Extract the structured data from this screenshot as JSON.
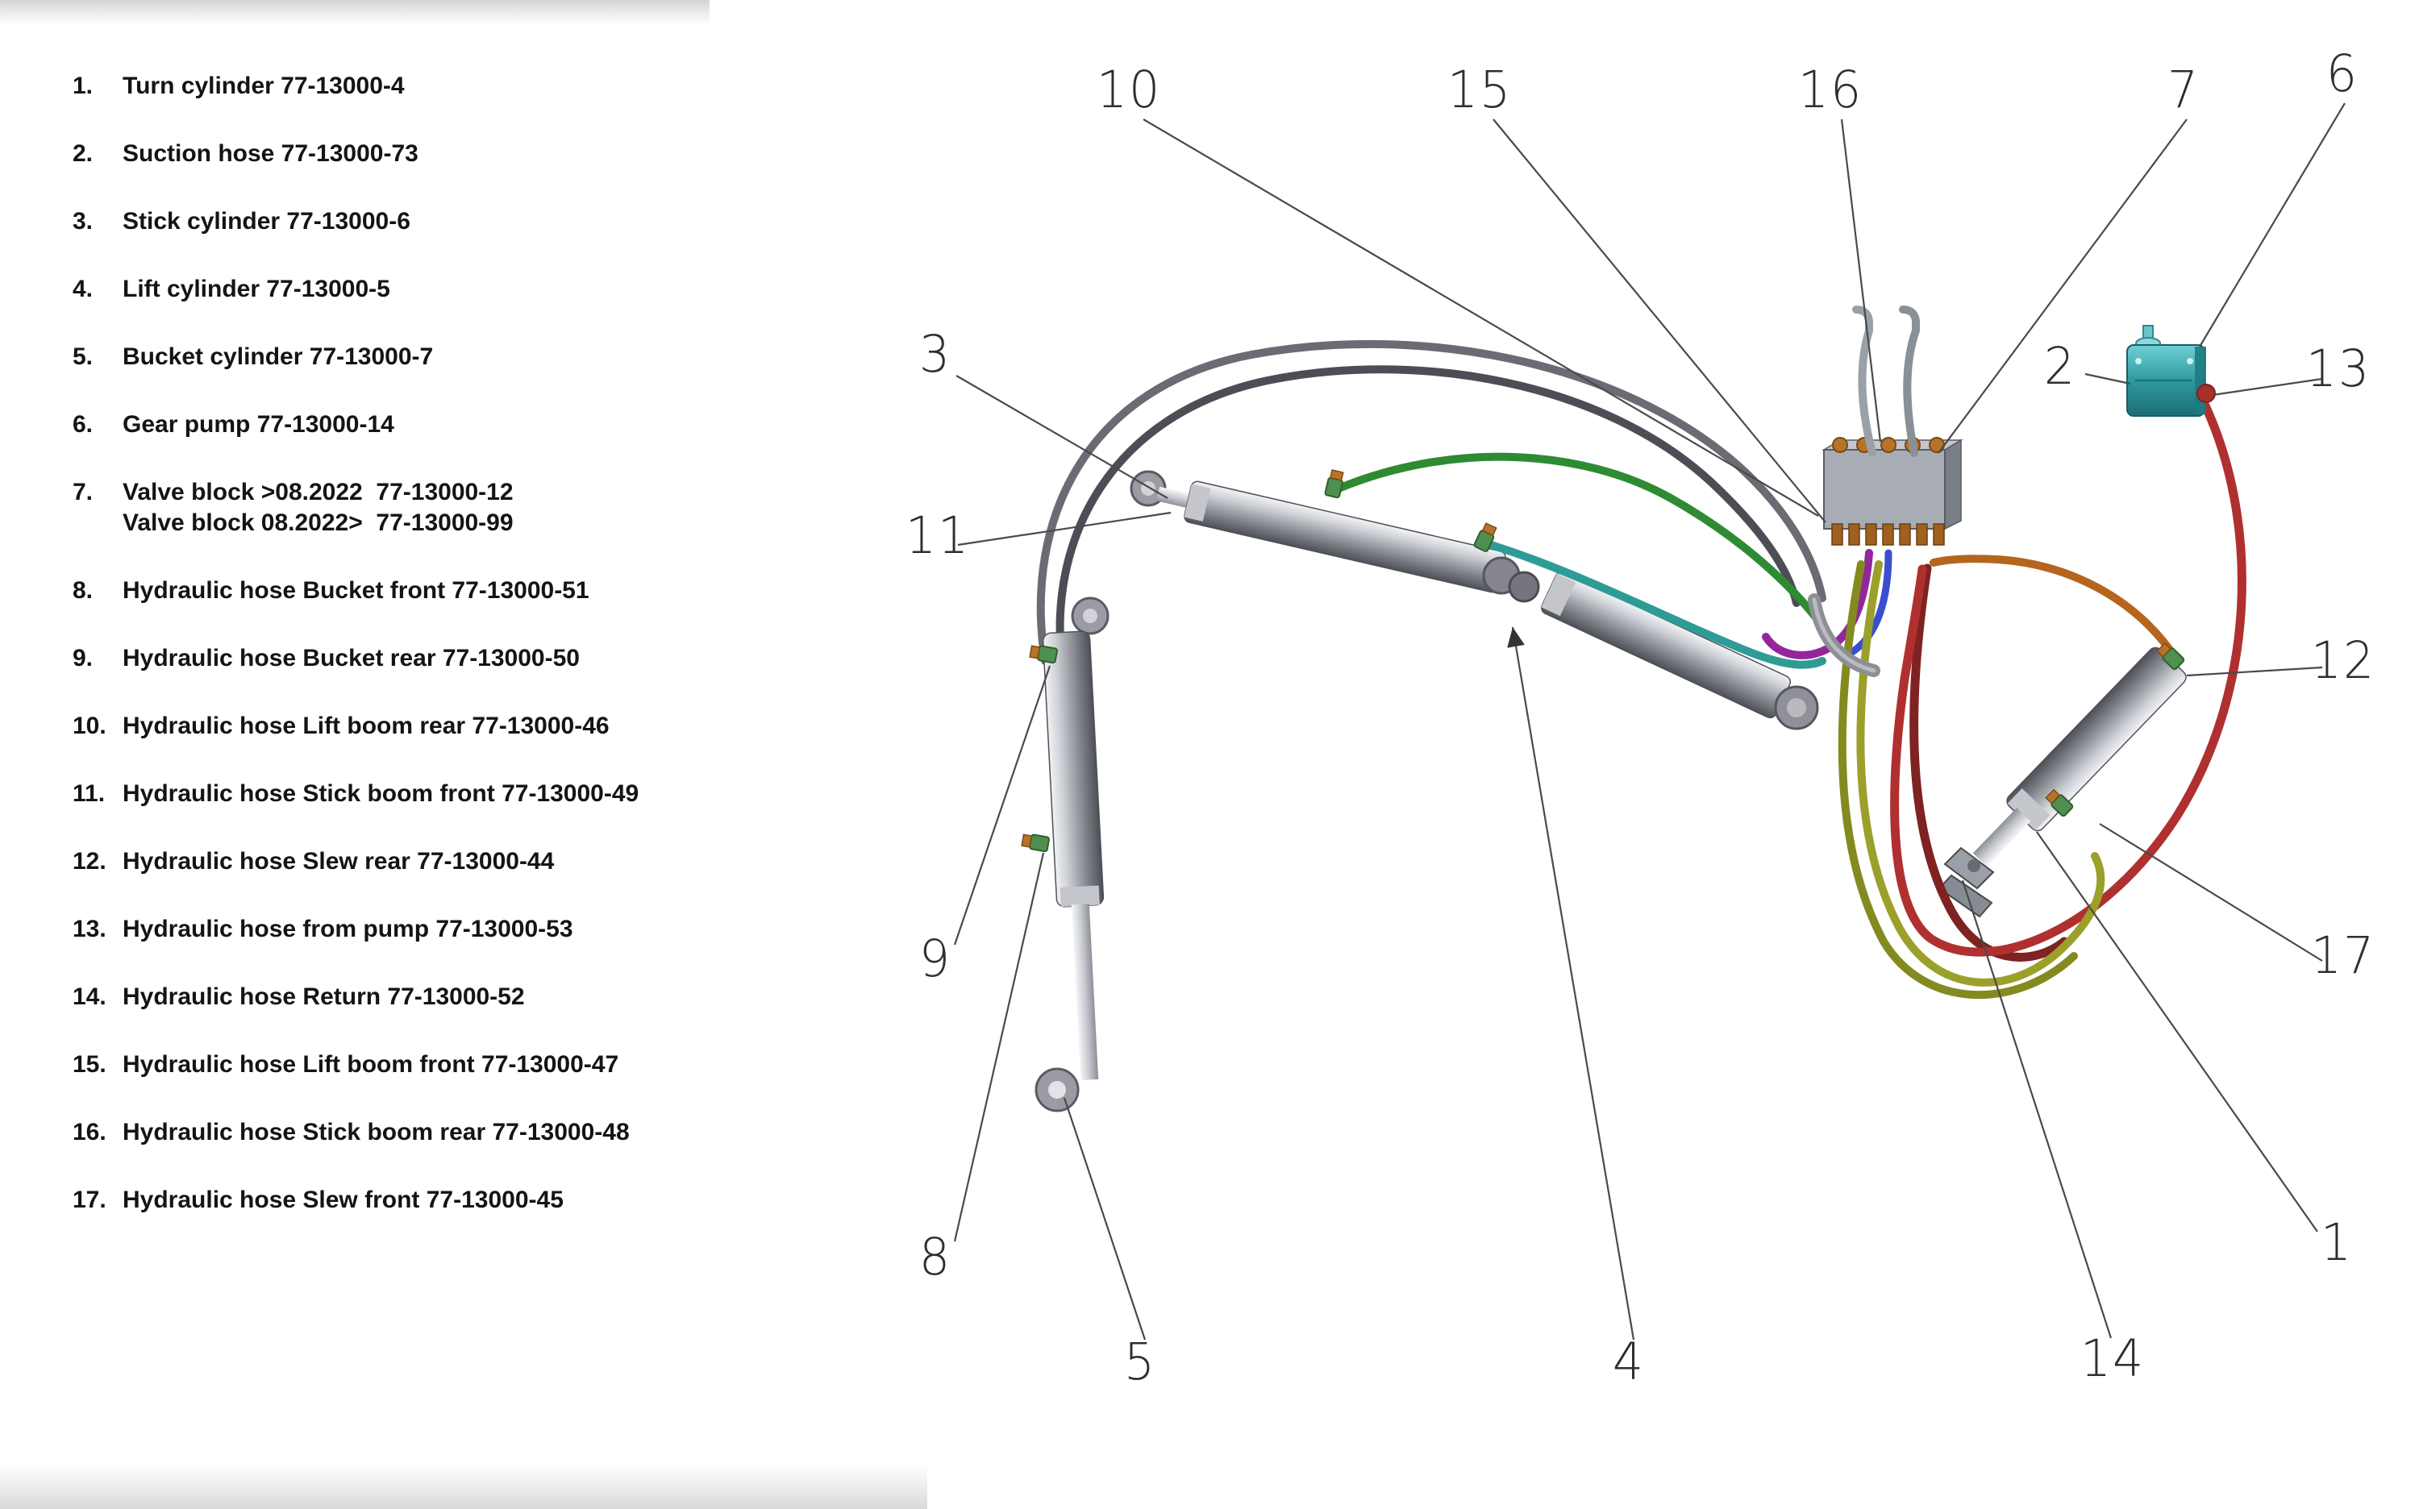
{
  "parts_list": {
    "items": [
      {
        "num": "1.",
        "label": "Turn cylinder 77-13000-4"
      },
      {
        "num": "2.",
        "label": "Suction hose 77-13000-73"
      },
      {
        "num": "3.",
        "label": "Stick cylinder 77-13000-6"
      },
      {
        "num": "4.",
        "label": "Lift cylinder 77-13000-5"
      },
      {
        "num": "5.",
        "label": "Bucket cylinder 77-13000-7"
      },
      {
        "num": "6.",
        "label": "Gear pump 77-13000-14"
      },
      {
        "num": "7.",
        "label": "Valve block >08.2022  77-13000-12",
        "label2": "Valve block 08.2022>  77-13000-99"
      },
      {
        "num": "8.",
        "label": "Hydraulic hose Bucket front 77-13000-51"
      },
      {
        "num": "9.",
        "label": "Hydraulic hose Bucket rear 77-13000-50"
      },
      {
        "num": "10.",
        "label": "Hydraulic hose Lift boom rear 77-13000-46"
      },
      {
        "num": "11.",
        "label": "Hydraulic hose Stick boom front 77-13000-49"
      },
      {
        "num": "12.",
        "label": "Hydraulic hose Slew rear 77-13000-44"
      },
      {
        "num": "13.",
        "label": "Hydraulic hose from pump 77-13000-53"
      },
      {
        "num": "14.",
        "label": "Hydraulic hose Return 77-13000-52"
      },
      {
        "num": "15.",
        "label": "Hydraulic hose Lift boom front 77-13000-47"
      },
      {
        "num": "16.",
        "label": "Hydraulic hose Stick boom rear 77-13000-48"
      },
      {
        "num": "17.",
        "label": "Hydraulic hose Slew front 77-13000-45"
      }
    ]
  },
  "callouts": {
    "n1": "1",
    "n2": "2",
    "n3": "3",
    "n4": "4",
    "n5": "5",
    "n6": "6",
    "n7": "7",
    "n8": "8",
    "n9": "9",
    "n10": "10",
    "n11": "11",
    "n12": "12",
    "n13": "13",
    "n14": "14",
    "n15": "15",
    "n16": "16",
    "n17": "17"
  },
  "colors": {
    "hose_gray_1": "#6b6b73",
    "hose_gray_2": "#4d4d55",
    "hose_green": "#2f8b33",
    "hose_teal": "#2e9b95",
    "hose_purple": "#93279a",
    "hose_blue": "#3a4fd0",
    "hose_red": "#b03030",
    "hose_dark_red": "#7e2222",
    "hose_olive_1": "#9aa02a",
    "hose_olive_2": "#848a1f",
    "hose_orange": "#b5651d",
    "pump_teal": "#2f9aa0",
    "leader_line": "#4a4a4a"
  }
}
